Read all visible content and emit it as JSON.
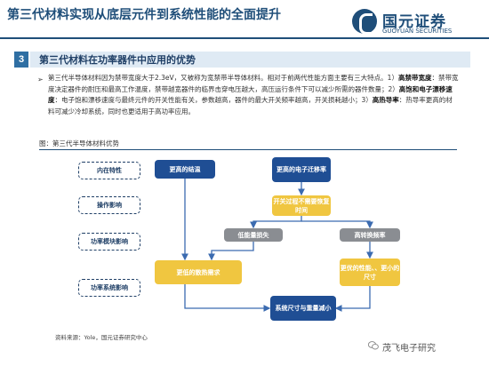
{
  "header": {
    "title": "第三代材料实现从底层元件到系统性能的全面提升",
    "logo": {
      "cn": "国元证券",
      "en": "GUOYUAN SECURITIES"
    }
  },
  "section": {
    "number": "3",
    "title": "第三代材料在功率器件中应用的优势"
  },
  "body": {
    "bullet": "➢",
    "p1": "第三代半导体材料因为禁带宽度大于2.3eV，又被称为宽禁带半导体材料。相对于前两代性能方面主要有三大特点。1）",
    "k1": "高禁带宽度",
    "p2": "：禁带宽度决定器件的耐压和最高工作温度，禁带越宽器件的临界击穿电压越大，高压运行条件下可以减少所需的器件数量；2）",
    "k2": "高饱和电子漂移速度",
    "p3": "：电子饱和漂移速度与最终元件的开关性能有关，参数越高，器件的最大开关频率越高，开关损耗越小；3）",
    "k3": "高热导率",
    "p4": "：热导率更高的材料可减少冷却系统，同时也更适用于高功率应用。"
  },
  "figure": {
    "title": "图：第三代半导体材料优势",
    "legend": {
      "intrinsic": "内在特性",
      "operation": "操作影响",
      "module": "功率模块影响",
      "system": "功率系统影响"
    },
    "nodes": {
      "higher_junction": "更高的结温",
      "higher_mobility": "更高的电子迁移率",
      "no_recovery": "开关过程不需要恢复时间",
      "low_energy_loss": "低能量损失",
      "high_switch_freq": "高转换频率",
      "less_cooling": "更低的散热需求",
      "better_perf": "更优的性能、、更小的尺寸",
      "smaller_lighter": "系统尺寸与重量减小"
    },
    "colors": {
      "blue": "#1f4e94",
      "yellow": "#f0c640",
      "gray": "#8a8d92",
      "arrow": "#3b6bb0"
    }
  },
  "footer": {
    "source": "资料来源：Yole，国元证券研究中心",
    "watermark": "茂飞电子研究"
  }
}
